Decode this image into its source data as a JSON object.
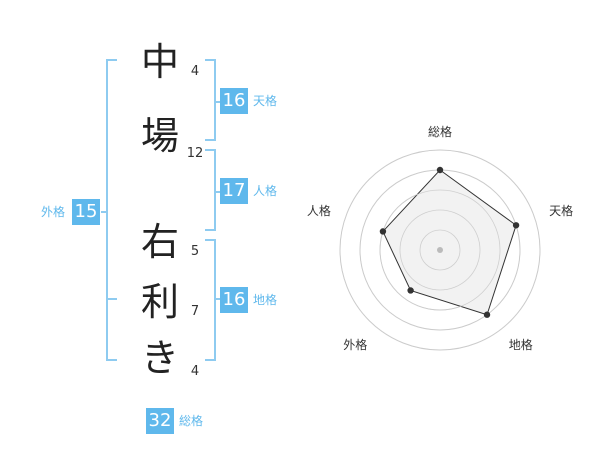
{
  "name": {
    "chars": [
      "中",
      "場",
      "右",
      "利",
      "き"
    ],
    "strokes": [
      "4",
      "12",
      "5",
      "7",
      "4"
    ]
  },
  "fortune": {
    "tenkaku": {
      "value": "16",
      "label": "天格"
    },
    "jinkaku": {
      "value": "17",
      "label": "人格"
    },
    "chikaku": {
      "value": "16",
      "label": "地格"
    },
    "gaikaku": {
      "value": "15",
      "label": "外格"
    },
    "soukaku": {
      "value": "32",
      "label": "総格"
    }
  },
  "chart_data": {
    "type": "radar",
    "axes": [
      "総格",
      "天格",
      "地格",
      "外格",
      "人格"
    ],
    "values": [
      4,
      4,
      4,
      2.5,
      3
    ],
    "rmax": 5,
    "rings": 5,
    "colors": {
      "fill": "#eeeeee",
      "line": "#333333",
      "point": "#333333",
      "ring": "#cccccc",
      "center": "#bbbbbb"
    }
  }
}
